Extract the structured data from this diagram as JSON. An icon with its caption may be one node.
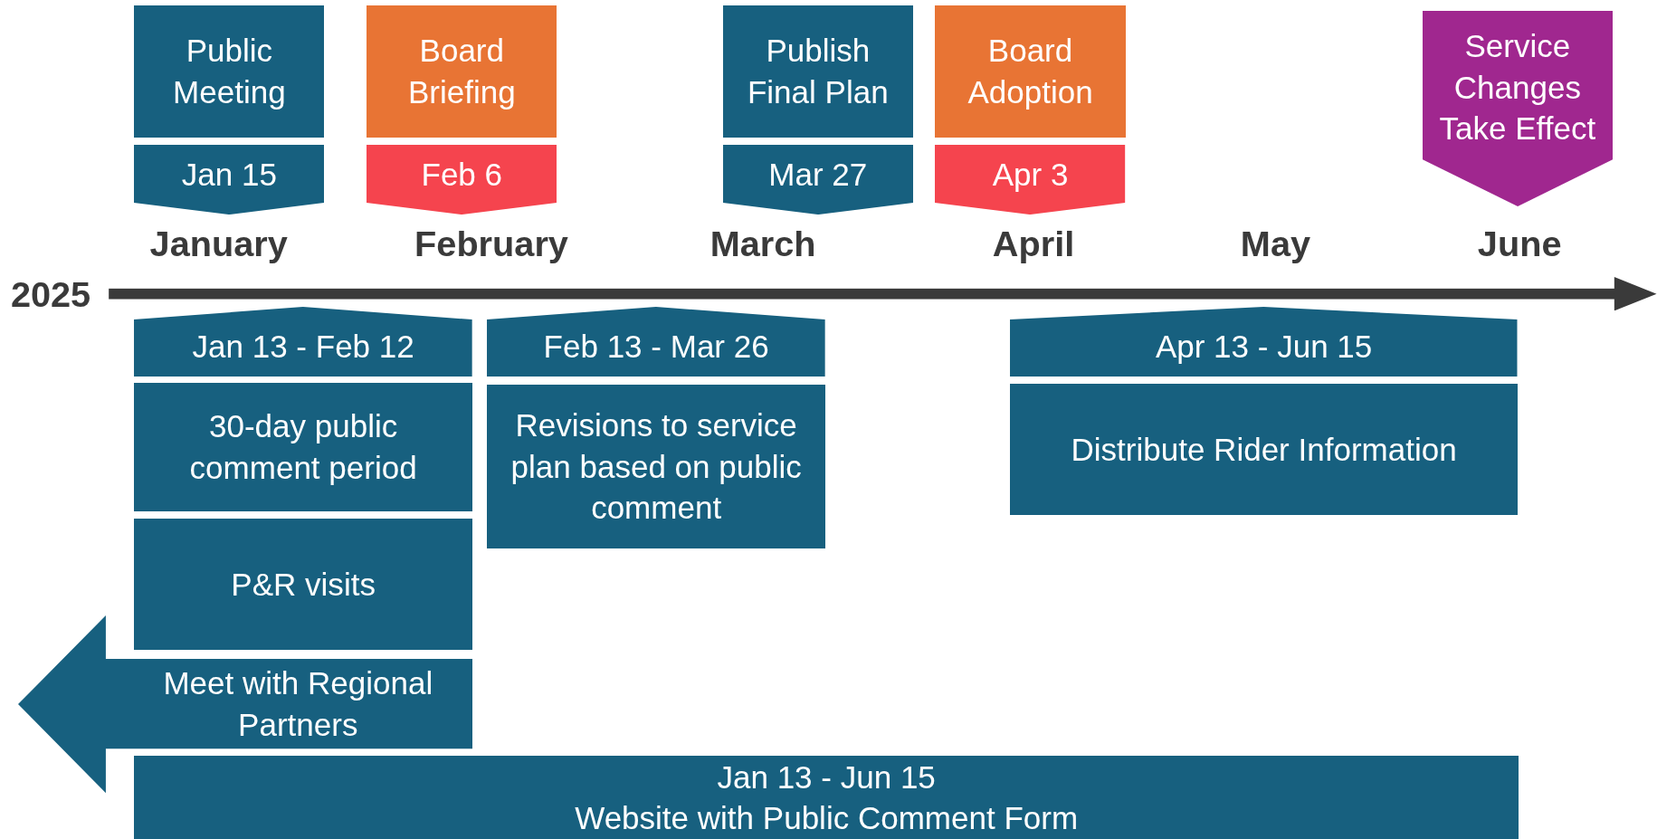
{
  "diagram": {
    "nodes": [
      {
        "text": [
          "Public Meeting"
        ]
      },
      {
        "text": [
          "Jan 15"
        ]
      },
      {
        "text": [
          "Board Briefing"
        ]
      },
      {
        "text": [
          "Feb 6"
        ]
      },
      {
        "text": [
          "Publish Final Plan"
        ]
      },
      {
        "text": [
          "Mar 27"
        ]
      },
      {
        "text": [
          "Board Adoption"
        ]
      },
      {
        "text": [
          "Apr 3"
        ]
      },
      {
        "text": [
          "Service Changes Take Effect"
        ]
      },
      {
        "text": [
          "Jan 13 - Feb 12"
        ]
      },
      {
        "text": [
          "30-day public comment period"
        ]
      },
      {
        "text": [
          "Feb 13 - Mar 26"
        ]
      },
      {
        "text": [
          "Revisions to service plan based on public comment"
        ]
      },
      {
        "text": [
          "Apr 13 - Jun 15"
        ]
      },
      {
        "text": [
          "Distribute Rider Information"
        ]
      },
      {
        "text": [
          "P&R visits"
        ]
      },
      {
        "text": [
          "Meet with Regional Partners"
        ]
      },
      {
        "text": [
          "Jan 13 - Jun 15",
          "Website with Public Comment Form"
        ]
      }
    ],
    "labels": [
      "January",
      "February",
      "March",
      "April",
      "May",
      "June",
      "2025"
    ]
  }
}
